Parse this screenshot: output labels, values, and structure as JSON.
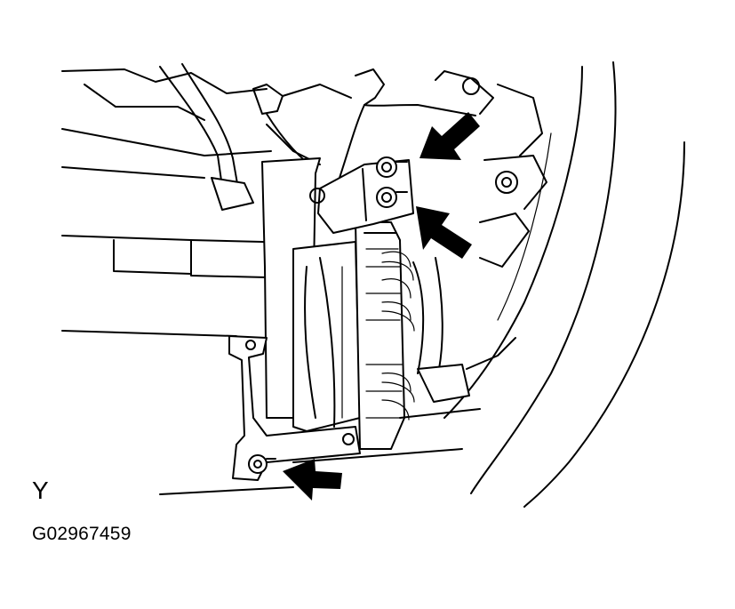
{
  "labels": {
    "view_letter": "Y",
    "figure_id": "G02967459"
  },
  "illustration": {
    "subject": "ecu-bracket-mounting",
    "arrow_count": 3,
    "line_color": "#000000",
    "background_color": "#ffffff"
  }
}
